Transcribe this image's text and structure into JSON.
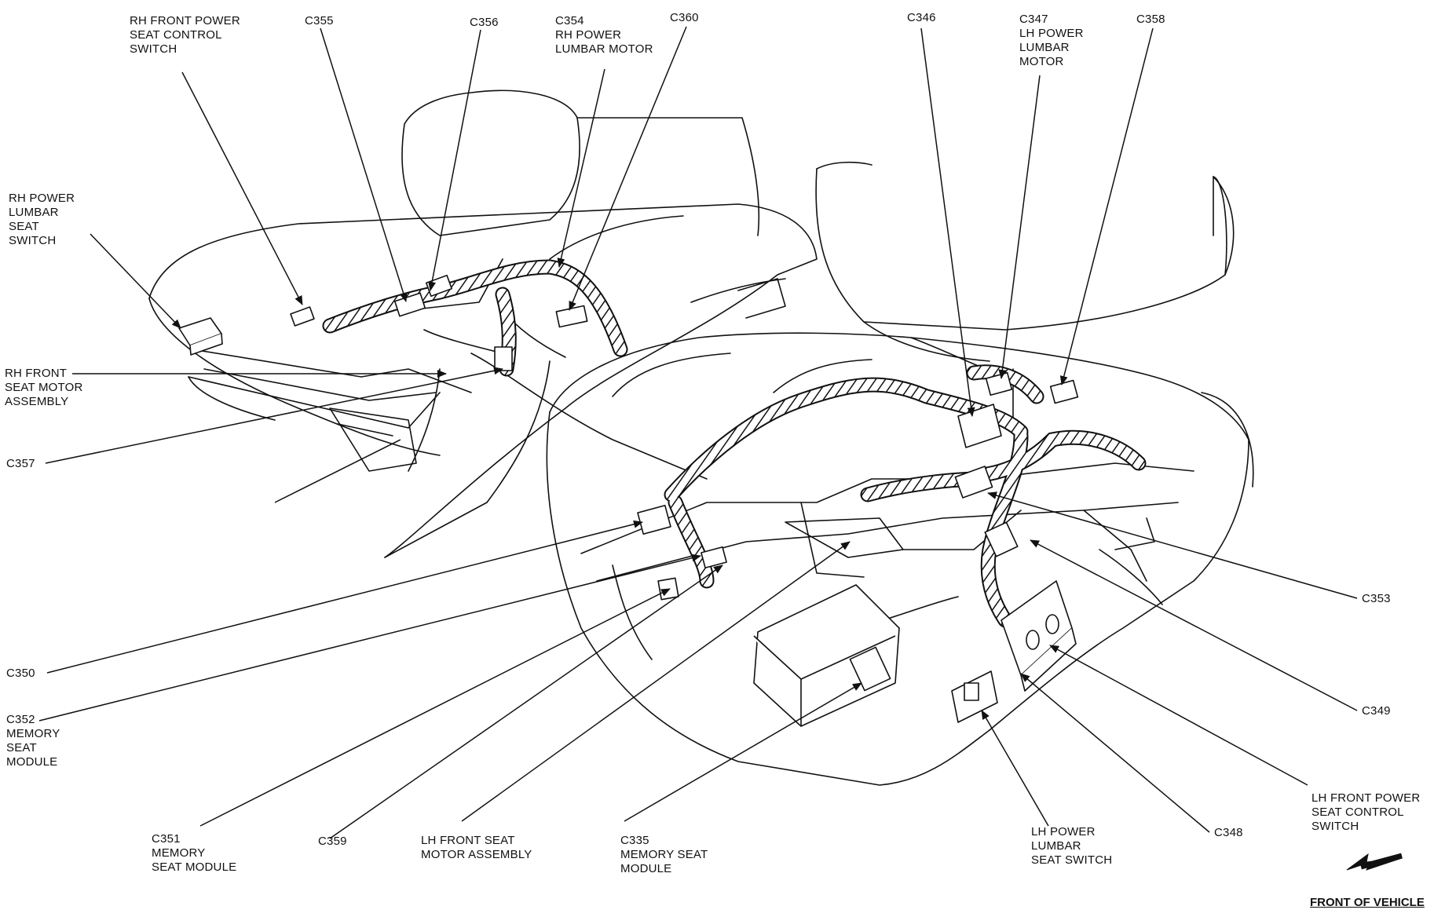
{
  "labels": {
    "rh_front_power_seat_control_switch": [
      "RH FRONT POWER",
      "SEAT CONTROL",
      "SWITCH"
    ],
    "c355": [
      "C355"
    ],
    "c356": [
      "C356"
    ],
    "c354": [
      "C354",
      "RH POWER",
      "LUMBAR MOTOR"
    ],
    "c360": [
      "C360"
    ],
    "c346": [
      "C346"
    ],
    "c347": [
      "C347",
      "LH POWER",
      "LUMBAR",
      "MOTOR"
    ],
    "c358": [
      "C358"
    ],
    "rh_power_lumbar_seat_switch": [
      "RH POWER",
      "LUMBAR",
      "SEAT",
      "SWITCH"
    ],
    "rh_front_seat_motor_assembly": [
      "RH FRONT",
      "SEAT MOTOR",
      "ASSEMBLY"
    ],
    "c357": [
      "C357"
    ],
    "c353": [
      "C353"
    ],
    "c350": [
      "C350"
    ],
    "c349": [
      "C349"
    ],
    "c352_memory_seat_module": [
      "C352",
      "MEMORY",
      "SEAT",
      "MODULE"
    ],
    "lh_front_power_seat_control_switch": [
      "LH FRONT POWER",
      "SEAT CONTROL",
      "SWITCH"
    ],
    "c348": [
      "C348"
    ],
    "c351_memory_seat_module": [
      "C351",
      "MEMORY",
      "SEAT MODULE"
    ],
    "c359": [
      "C359"
    ],
    "lh_front_seat_motor_assembly": [
      "LH FRONT SEAT",
      "MOTOR ASSEMBLY"
    ],
    "c335_memory_seat_module": [
      "C335",
      "MEMORY SEAT",
      "MODULE"
    ],
    "lh_power_lumbar_seat_switch": [
      "LH POWER",
      "LUMBAR",
      "SEAT SWITCH"
    ]
  },
  "front_of_vehicle": "FRONT OF VEHICLE",
  "icons": {
    "direction_arrow": "arrow-down-left-icon"
  },
  "colors": {
    "ink": "#111111",
    "background": "#ffffff"
  }
}
